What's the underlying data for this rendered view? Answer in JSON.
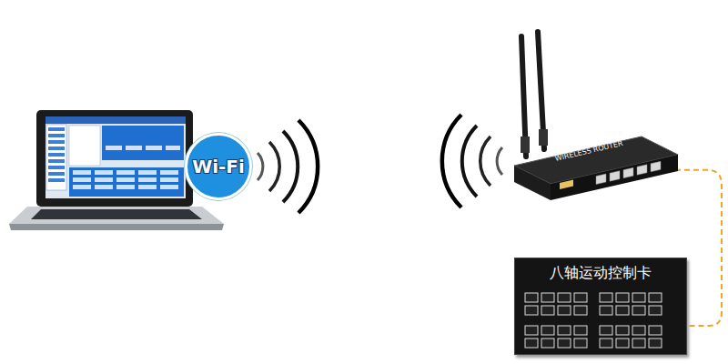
{
  "diagram": {
    "nodes": [
      {
        "text": [
          "Wi-Fi"
        ]
      },
      {
        "text": [
          "WIRELESS ROUTER"
        ]
      },
      {
        "text": [
          "八轴运动控制卡"
        ]
      }
    ],
    "edges": [
      {
        "from": 1,
        "to": 2,
        "arrow": "none"
      }
    ]
  }
}
